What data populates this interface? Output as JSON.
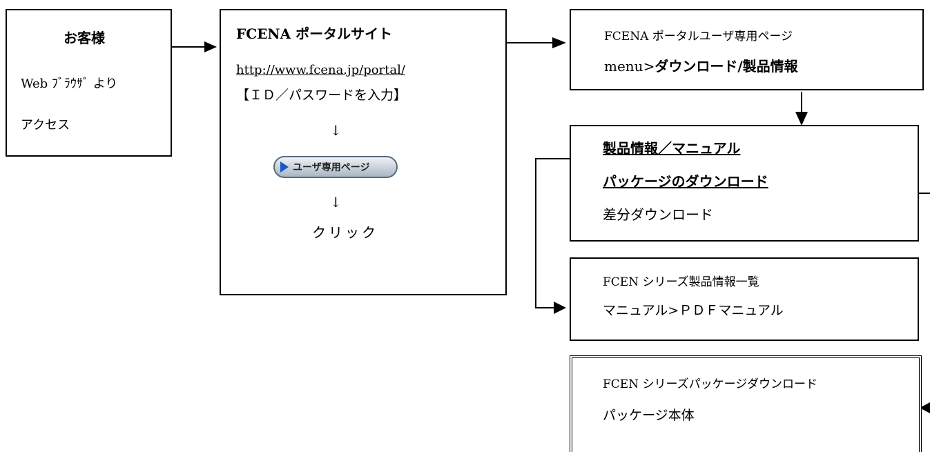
{
  "customer": {
    "title": "お客様",
    "line1": "Web ﾌﾞﾗｳｻﾞ より",
    "line2": "アクセス"
  },
  "portal": {
    "title": "FCENA ポータルサイト",
    "url": "http://www.fcena.jp/portal/",
    "login": "【ＩＤ／パスワードを入力】",
    "arrow1": "↓",
    "button_label": "ユーザ専用ページ",
    "arrow2": "↓",
    "click": "クリック"
  },
  "user_page": {
    "line1": "FCENA ポータルユーザ専用ページ",
    "menu_prefix": "menu>",
    "menu_bold": "ダウンロード/製品情報"
  },
  "download": {
    "link1": "製品情報／マニュアル",
    "link2": "パッケージのダウンロード",
    "line3": "差分ダウンロード"
  },
  "manual": {
    "line1": "FCEN シリーズ製品情報一覧",
    "line2": "マニュアル>ＰＤＦマニュアル"
  },
  "package": {
    "line1": "FCEN シリーズパッケージダウンロード",
    "line2": "パッケージ本体"
  }
}
